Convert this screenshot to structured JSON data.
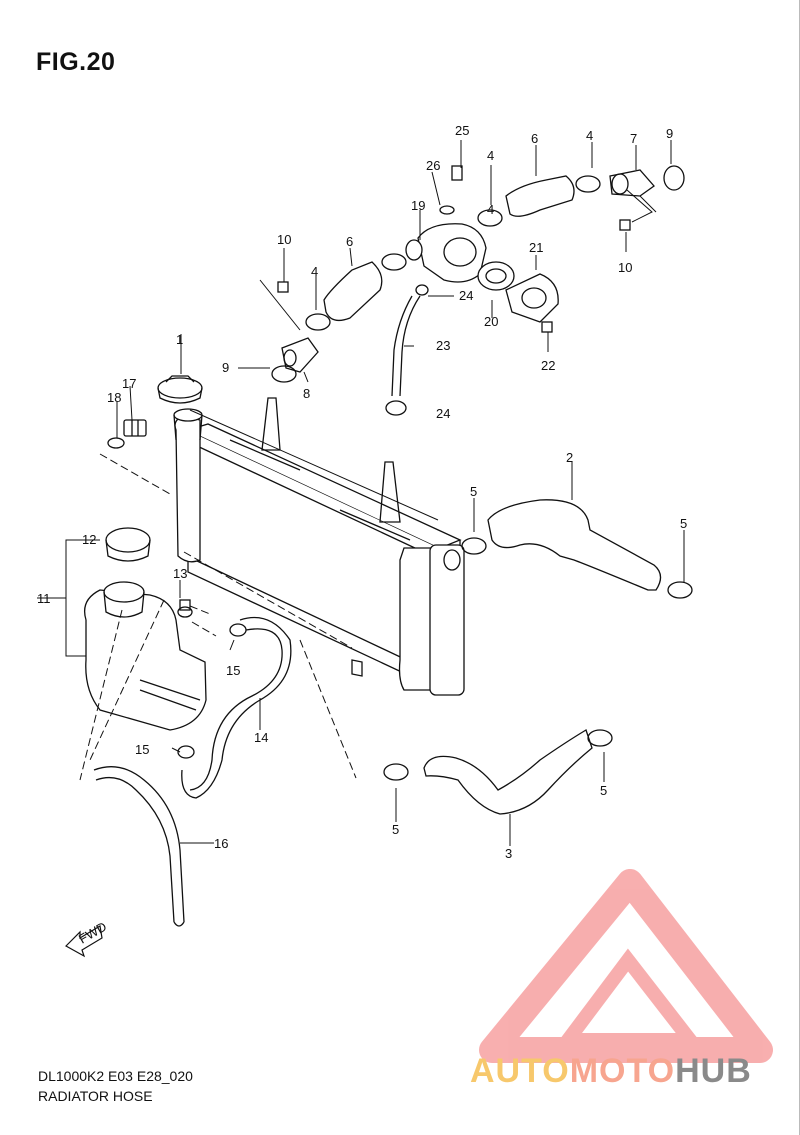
{
  "figure": {
    "title": "FIG.20"
  },
  "footer": {
    "code": "DL1000K2 E03 E28_020",
    "name": "RADIATOR HOSE"
  },
  "watermark": {
    "brand_1": "AUTO",
    "brand_2": "MOTO",
    "brand_3": "HUB",
    "colors": {
      "triangle": "#f26d6d",
      "auto": "#f7c86c",
      "moto": "#f7a58f",
      "hub": "#8a8a8a"
    }
  },
  "fwd_label": "FWD",
  "callouts": [
    {
      "label": "25"
    },
    {
      "label": "26"
    },
    {
      "label": "19"
    },
    {
      "label": "4"
    },
    {
      "label": "6"
    },
    {
      "label": "4"
    },
    {
      "label": "7"
    },
    {
      "label": "9"
    },
    {
      "label": "10"
    },
    {
      "label": "4"
    },
    {
      "label": "10"
    },
    {
      "label": "6"
    },
    {
      "label": "4"
    },
    {
      "label": "21"
    },
    {
      "label": "24"
    },
    {
      "label": "20"
    },
    {
      "label": "22"
    },
    {
      "label": "23"
    },
    {
      "label": "9"
    },
    {
      "label": "8"
    },
    {
      "label": "1"
    },
    {
      "label": "17"
    },
    {
      "label": "18"
    },
    {
      "label": "24"
    },
    {
      "label": "2"
    },
    {
      "label": "5"
    },
    {
      "label": "5"
    },
    {
      "label": "12"
    },
    {
      "label": "13"
    },
    {
      "label": "11"
    },
    {
      "label": "15"
    },
    {
      "label": "14"
    },
    {
      "label": "15"
    },
    {
      "label": "5"
    },
    {
      "label": "5"
    },
    {
      "label": "3"
    },
    {
      "label": "16"
    }
  ]
}
